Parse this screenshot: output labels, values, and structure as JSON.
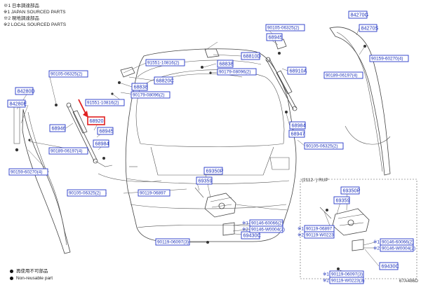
{
  "notes": [
    "※1 日本調達部品",
    "※1 JAPAN SOURCED PARTS",
    "※2 現地調達部品",
    "※2 LOCAL SOURCED PARTS"
  ],
  "legend": {
    "jp": "再使用不可部品",
    "en": "Non-reusable part"
  },
  "ref_code": "67A486D",
  "variant_label": "(2112-         ) RUP",
  "highlight_color": "#e02020",
  "label_color": "#1a2fb8",
  "parts": {
    "p1": "68920",
    "p2": "68945",
    "p3": "68984",
    "p4": "68946",
    "p5": "84280D",
    "p6": "84280E",
    "p7": "90105-06325(2)",
    "p8": "90189-06197(4)",
    "p9": "90159-60270(4)",
    "p10": "90105-06325(2)",
    "p11": "91551-10816(2)",
    "p12": "68838",
    "p13": "90179-08096(2)",
    "p14": "91551-10816(2)",
    "p15": "68820C",
    "p16": "90105-06325(2)",
    "p17": "68945",
    "p18": "68810D",
    "p19": "68838",
    "p20": "90179-08096(2)",
    "p21": "68910A",
    "p22": "84270G",
    "p23": "84270S",
    "p24": "90159-60270(4)",
    "p25": "90189-06197(4)",
    "p26": "68984",
    "p27": "68947",
    "p28": "90105-06325(2)",
    "p29": "69350P",
    "p30": "69359",
    "p31": "90119-06897",
    "p32": "90146-60066(2)",
    "p33": "90146-W0004(2)",
    "p34": "69430C",
    "p35": "90119-06097(3)",
    "p36": "69350P",
    "p37": "69359",
    "p38": "90119-06897",
    "p39": "90119-W0223",
    "p40": "90146-60066(2)",
    "p41": "90146-W0004(2)",
    "p42": "69430C",
    "p43": "90119-06097(3)",
    "p44": "90119-W0223(3)"
  },
  "prefix": {
    "s1": "※1",
    "s2": "※2"
  }
}
